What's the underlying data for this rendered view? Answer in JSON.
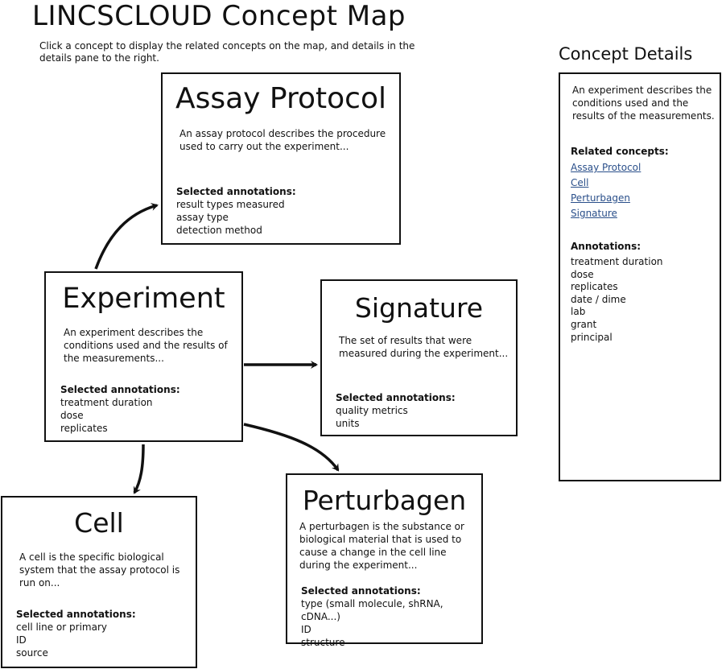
{
  "header": {
    "title": "LINCSCLOUD Concept Map",
    "subtitle": "Click a concept to display the related concepts on the map, and details in the details pane to the right."
  },
  "details": {
    "title": "Concept Details",
    "description": "An experiment describes the conditions used and the results of the measurements.",
    "related_label": "Related concepts:",
    "related": [
      "Assay Protocol",
      "Cell",
      "Perturbagen",
      "Signature"
    ],
    "annotations_label": "Annotations:",
    "annotations": [
      "treatment duration",
      "dose",
      "replicates",
      "date / dime",
      "lab",
      "grant",
      "principal"
    ],
    "link_color": "#2a4f8a"
  },
  "concepts": {
    "assay": {
      "name": "Assay Protocol",
      "description": "An assay protocol describes the procedure used to carry out the experiment...",
      "annotations_label": "Selected annotations:",
      "annotations": [
        "result types measured",
        "assay type",
        "detection method"
      ]
    },
    "experiment": {
      "name": "Experiment",
      "description": "An experiment describes the conditions used and the results of the measurements...",
      "annotations_label": "Selected annotations:",
      "annotations": [
        "treatment duration",
        "dose",
        "replicates"
      ]
    },
    "signature": {
      "name": "Signature",
      "description": "The set of results that were measured during the experiment...",
      "annotations_label": "Selected annotations:",
      "annotations": [
        "quality metrics",
        "units"
      ]
    },
    "cell": {
      "name": "Cell",
      "description": "A cell is the specific biological system that the assay protocol is run on...",
      "annotations_label": "Selected annotations:",
      "annotations": [
        "cell line or primary",
        "ID",
        "source"
      ]
    },
    "perturbagen": {
      "name": "Perturbagen",
      "description": "A perturbagen is the substance or biological material that is used to cause a change in the cell line during the experiment...",
      "annotations_label": "Selected annotations:",
      "annotations": [
        "type (small molecule, shRNA, cDNA...)",
        "ID",
        "structure"
      ]
    }
  }
}
